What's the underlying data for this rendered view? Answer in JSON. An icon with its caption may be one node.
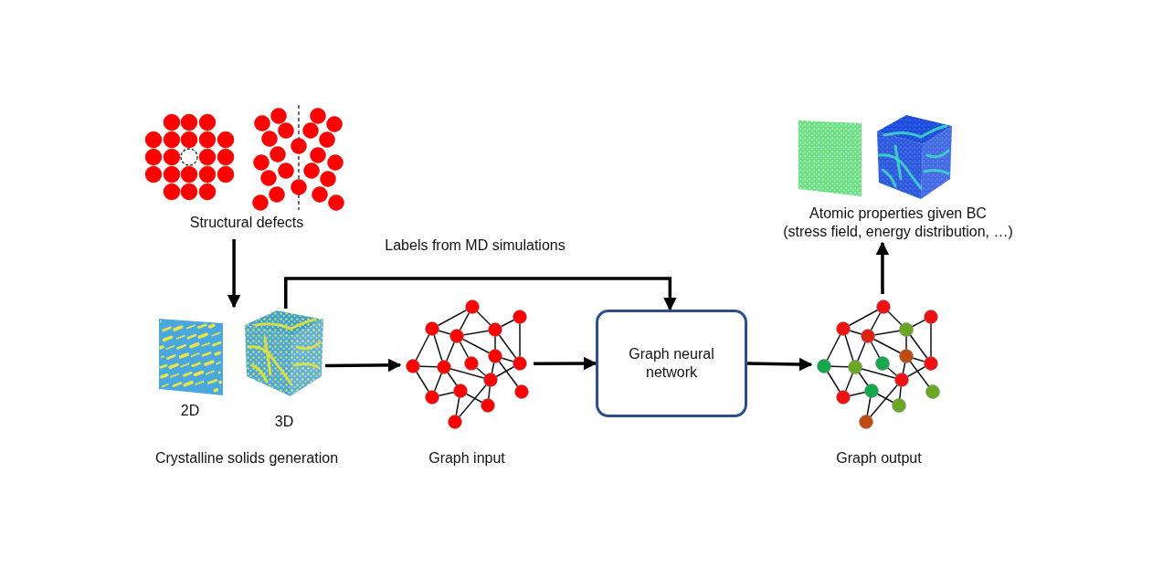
{
  "diagram": {
    "nodes": [
      {
        "text": [
          "Structural defects"
        ]
      },
      {
        "text": [
          "Crystalline solids generation"
        ]
      },
      {
        "text": [],
        "shape": "picture",
        "in": 1,
        "beside": [
          "2D"
        ]
      },
      {
        "text": [],
        "shape": "picture",
        "in": 1,
        "beside": [
          "3D"
        ]
      },
      {
        "text": [
          "Graph input"
        ]
      },
      {
        "text": [
          "Graph neural network"
        ]
      },
      {
        "text": [
          "Graph output"
        ]
      },
      {
        "text": [
          "Atomic properties given BC",
          "(stress field, energy distribution, …)"
        ]
      }
    ],
    "edges": [
      {
        "from": 0,
        "to": 1,
        "arrow": "to"
      },
      {
        "from": 3,
        "to": 5,
        "arrow": "to",
        "label": "Labels from MD simulations"
      },
      {
        "from": 3,
        "to": 4,
        "arrow": "to"
      },
      {
        "from": 4,
        "to": 5,
        "arrow": "to"
      },
      {
        "from": 5,
        "to": 6,
        "arrow": "to"
      },
      {
        "from": 6,
        "to": 7,
        "arrow": "to"
      }
    ]
  }
}
